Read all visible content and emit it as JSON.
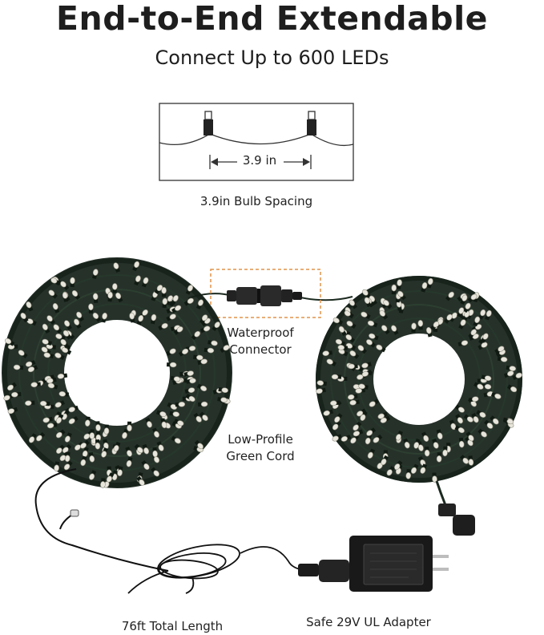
{
  "header": {
    "title": "End-to-End Extendable",
    "subtitle": "Connect Up to 600 LEDs"
  },
  "spacing_diagram": {
    "dimension": "3.9 in",
    "caption": "3.9in Bulb Spacing"
  },
  "callouts": {
    "connector_line1": "Waterproof",
    "connector_line2": "Connector",
    "cord_line1": "Low-Profile",
    "cord_line2": "Green Cord",
    "total_length": "76ft Total Length",
    "adapter": "Safe 29V UL Adapter"
  },
  "colors": {
    "highlight_box": "#e0934a",
    "wire": "#1c2a20",
    "bulb": "#e8e6dc"
  }
}
